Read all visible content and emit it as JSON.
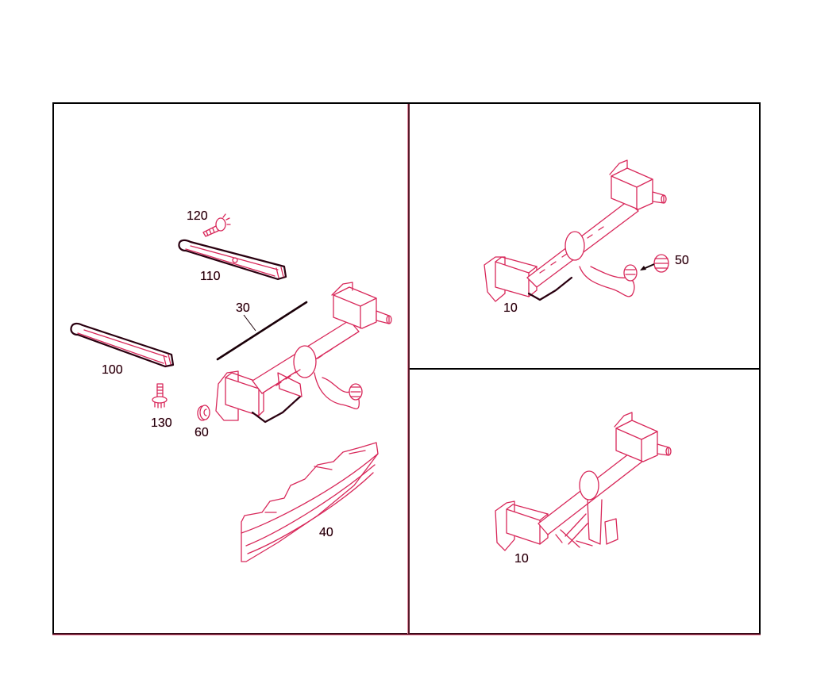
{
  "diagram": {
    "type": "exploded-parts-view",
    "subject": "trailer hitch assembly",
    "colors": {
      "background": "#ffffff",
      "frame": "#000000",
      "line_art": "#d8285a",
      "label_text": "#1a0008"
    },
    "panels": [
      {
        "id": "left",
        "callouts": [
          {
            "number": "120",
            "part": "bolt"
          },
          {
            "number": "110",
            "part": "bracket-right"
          },
          {
            "number": "30",
            "part": "rod"
          },
          {
            "number": "100",
            "part": "bracket-left"
          },
          {
            "number": "130",
            "part": "bolt"
          },
          {
            "number": "60",
            "part": "nut"
          },
          {
            "number": "40",
            "part": "impact-absorber"
          }
        ]
      },
      {
        "id": "top-right",
        "callouts": [
          {
            "number": "10",
            "part": "hitch-crossmember"
          },
          {
            "number": "50",
            "part": "ball-cap"
          }
        ]
      },
      {
        "id": "bottom-right",
        "callouts": [
          {
            "number": "10",
            "part": "hitch-crossmember-folded"
          }
        ]
      }
    ]
  }
}
